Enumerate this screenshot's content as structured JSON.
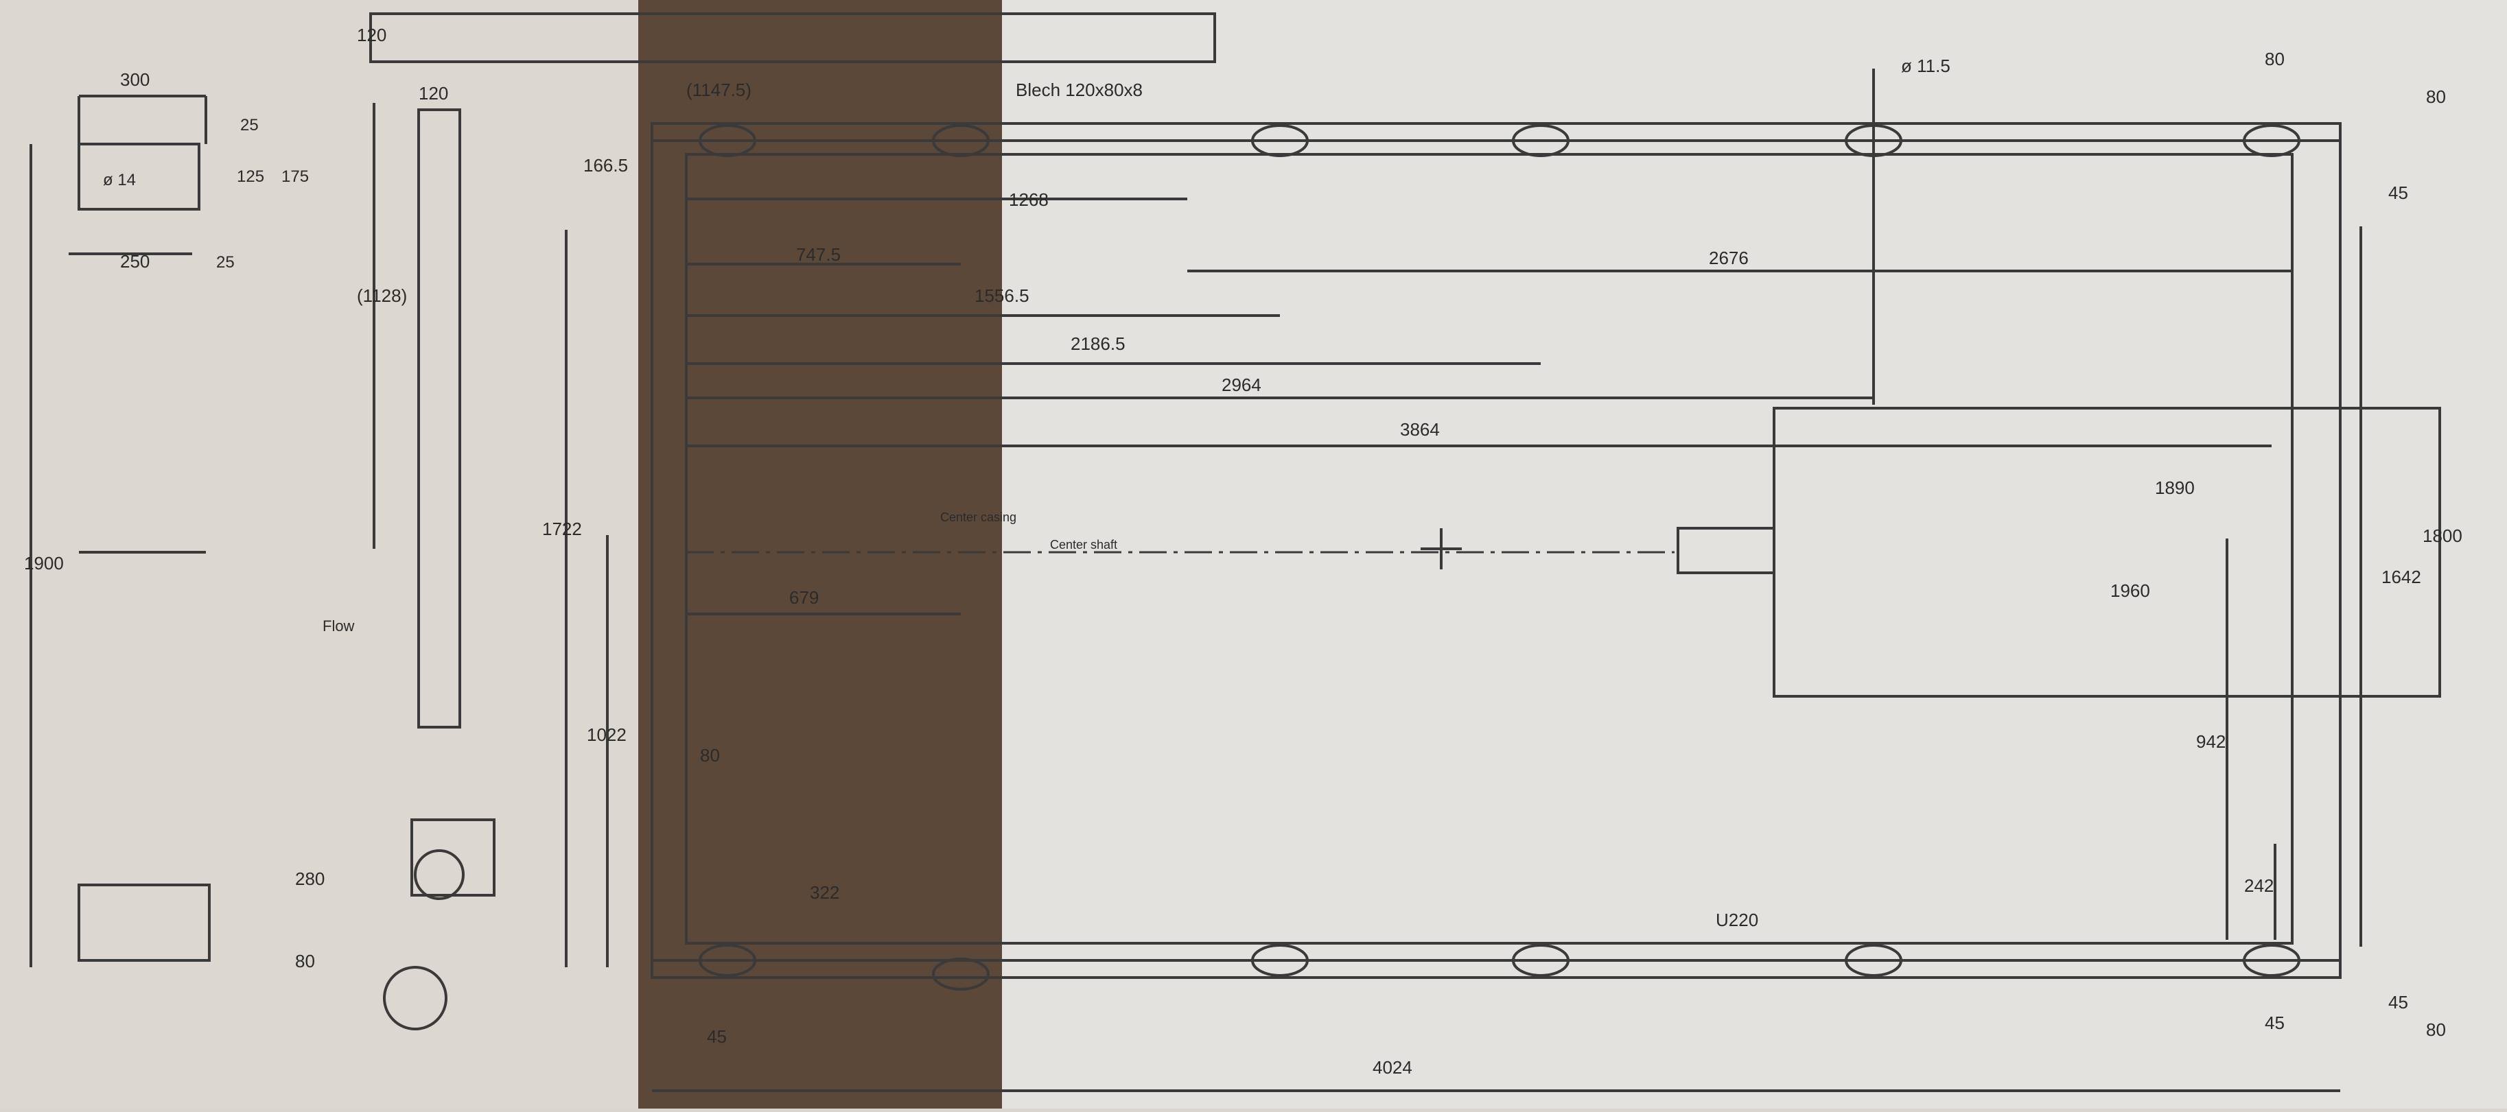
{
  "drawing": {
    "paper_color": "#dcd8d1",
    "shadow_color": "#5a4636",
    "line_color": "#3a3a3a",
    "top_beam_labels": {
      "overall": "(1147.5)",
      "plate": "Blech 120x80x8",
      "hole": "ø 11.5"
    },
    "flange_labels": {
      "left_width": "120",
      "left_top": "120",
      "height": "(1128)"
    },
    "left_dims": {
      "d1": "166.5",
      "d2": "1722",
      "d3": "1022",
      "d4": "280",
      "d5": "80",
      "d6": "45"
    },
    "horizontal_dims": [
      "1268",
      "747.5",
      "1556.5",
      "2186.5",
      "2676",
      "2964",
      "3864",
      "679",
      "80",
      "322",
      "U220",
      "4024"
    ],
    "right_dims": {
      "top80": "80",
      "top_right80": "80",
      "r45_top": "45",
      "r1890": "1890",
      "r1960": "1960",
      "r1800": "1800",
      "r1642": "1642",
      "r942": "942",
      "r242": "242",
      "r45_bot": "45",
      "r45_bot2": "45",
      "r80_bot": "80"
    },
    "small_part": {
      "w300": "300",
      "h25": "25",
      "h125": "125",
      "h175": "175",
      "hole": "ø 14",
      "w250": "250",
      "w25": "25"
    },
    "overall_height": "1900",
    "center_labels": {
      "casing": "Center casing",
      "shaft": "Center shaft"
    },
    "flow_label": "Flow"
  }
}
